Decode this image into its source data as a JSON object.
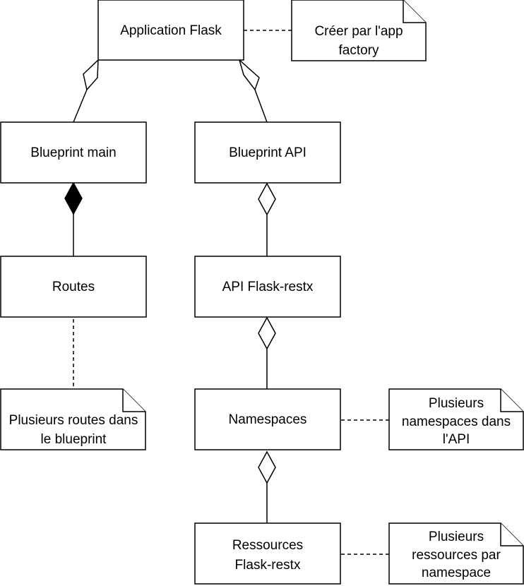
{
  "nodes": {
    "app_flask": {
      "label": "Application Flask"
    },
    "blueprint_main": {
      "label": "Blueprint main"
    },
    "blueprint_api": {
      "label": "Blueprint API"
    },
    "routes": {
      "label": "Routes"
    },
    "api_flask_restx": {
      "label": "API Flask-restx"
    },
    "namespaces": {
      "label": "Namespaces"
    },
    "ressources": {
      "lines": [
        "Ressources",
        "Flask-restx"
      ]
    }
  },
  "notes": {
    "app_factory": {
      "lines": [
        "Créer par l'app",
        "factory"
      ]
    },
    "routes_note": {
      "lines": [
        "Plusieurs routes dans",
        "le blueprint"
      ]
    },
    "namespaces_note": {
      "lines": [
        "Plusieurs",
        "namespaces dans",
        "l'API"
      ]
    },
    "ressources_note": {
      "lines": [
        "Plusieurs",
        "ressources par",
        "namespace"
      ]
    }
  }
}
